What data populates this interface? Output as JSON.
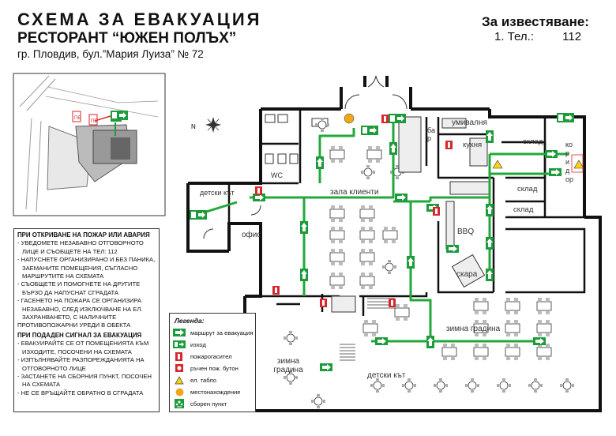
{
  "header": {
    "title": "СХЕМА ЗА ЕВАКУАЦИЯ",
    "subtitle": "РЕСТОРАНТ “ЮЖЕН ПОЛЪХ”",
    "address": "гр. Пловдив, бул.”Мария Луиза” № 72"
  },
  "notify": {
    "heading": "За известяване:",
    "item_label": "1. Тел.:",
    "item_value": "112"
  },
  "instructions": {
    "fire_heading": "ПРИ ОТКРИВАНЕ НА ПОЖАР ИЛИ АВАРИЯ",
    "fire_items": [
      "- УВЕДОМЕТЕ НЕЗАБАВНО ОТГОВОРНОТО ЛИЦЕ И СЪОБЩЕТЕ НА ТЕЛ: 112",
      "- НАПУСНЕТЕ ОРГАНИЗИРАНО И БЕЗ ПАНИКА, ЗАЕМАНИТЕ ПОМЕЩЕНИЯ, СЪГЛАСНО МАРШРУТИТЕ НА СХЕМАТА",
      "- СЪОБЩЕТЕ И ПОМОГНЕТЕ НА ДРУГИТЕ БЪРЗО ДА НАПУСНАТ СГРАДАТА",
      "- ГАСЕНЕТО НА ПОЖАРА СЕ ОРГАНИЗИРА НЕЗАБАВНО, СЛЕД ИЗКЛЮЧВАНЕ НА ЕЛ. ЗАХРАНВАНЕТО, С НАЛИЧНИТЕ",
      "ПРОТИВОПОЖАРНИ УРЕДИ В ОБЕКТА"
    ],
    "signal_heading": "ПРИ ПОДАДЕН СИГНАЛ ЗА ЕВАКУАЦИЯ",
    "signal_items": [
      "- ЕВАКУИРАЙТЕ СЕ ОТ ПОМЕЩЕНИЯТА КЪМ ИЗХОДИТЕ, ПОСОЧЕНИ НА СХЕМАТА",
      "- ИЗПЪЛНЯВАЙТЕ РАЗПОРЕЖДАНИЯТА НА ОТГОВОРНОТО ЛИЦЕ",
      "- ЗАСТАНЕТЕ НА СБОРНИЯ ПУНКТ, ПОСОЧЕН НА СХЕМАТА",
      "- НЕ СЕ ВРЪЩАЙТЕ ОБРАТНО В СГРАДАТА"
    ]
  },
  "legend": {
    "heading": "Легенда:",
    "items": [
      {
        "icon": "evacuation-route-icon",
        "label": "маршрут за евакуация"
      },
      {
        "icon": "exit-icon",
        "label": "изход"
      },
      {
        "icon": "fire-extinguisher-icon",
        "label": "пожарогасител"
      },
      {
        "icon": "manual-fire-button-icon",
        "label": "ръчен пож. бутон"
      },
      {
        "icon": "electrical-panel-icon",
        "label": "ел. табло"
      },
      {
        "icon": "you-are-here-icon",
        "label": "местонахождение"
      },
      {
        "icon": "assembly-point-icon",
        "label": "сборен пункт"
      }
    ]
  },
  "rooms": {
    "wc": "WC",
    "kids_corner_top": "детски кът",
    "office": "офис",
    "bar": "бар",
    "washroom": "умивалня",
    "kitchen": "кухня",
    "storage1": "склад",
    "storage2": "склад",
    "storage3": "склад",
    "corridor": "коридор",
    "client_hall": "зала клиенти",
    "bbq": "BBQ",
    "grill": "скара",
    "winter_garden_right": "зимна градина",
    "winter_garden_left": "зимна градина",
    "kids_corner_bottom": "детски кът"
  },
  "compass_letter": "N",
  "map_signs": {
    "fire_button_1": "ПБ",
    "fire_button_2": "ПБ"
  },
  "colors": {
    "route": "#22a83a",
    "exit_sign": "#1c9b3a",
    "extinguisher": "#d8262c",
    "you_are_here": "#f0a81a",
    "wall": "#111111"
  }
}
